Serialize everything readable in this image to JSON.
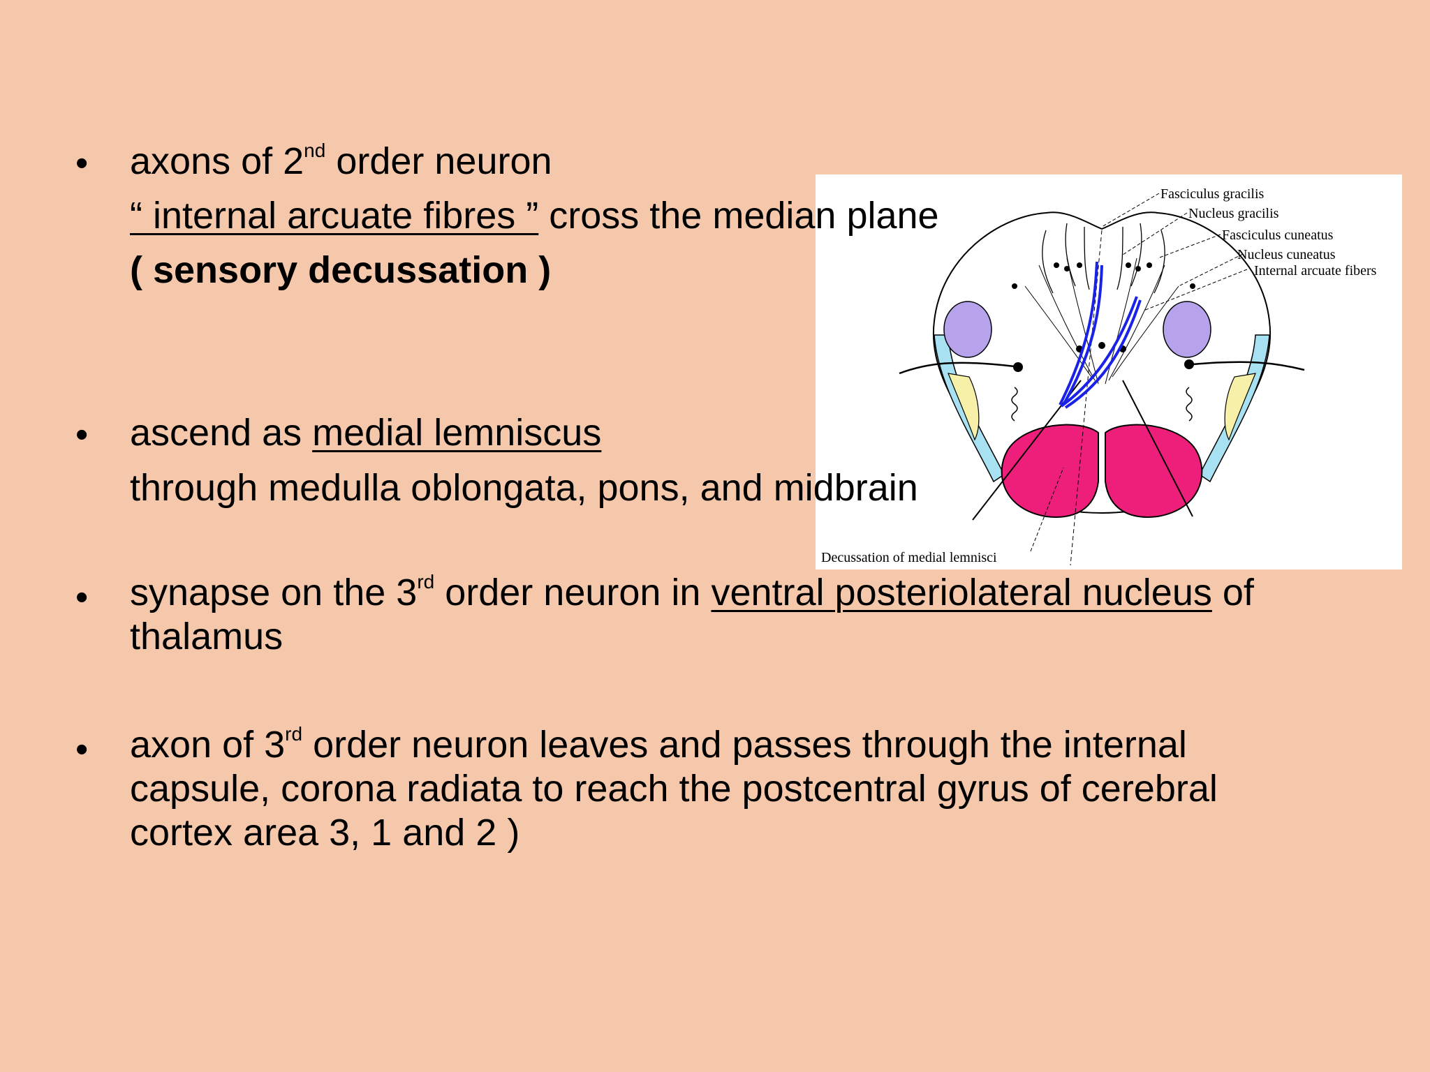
{
  "bullet_symbol": "•",
  "block1": {
    "line1_a": "axons of  2",
    "line1_sup": "nd",
    "line1_b": " order neuron",
    "line2_underlined": "“ internal arcuate fibres ”",
    "line2_rest": " cross the median plane",
    "line3": "( sensory decussation )"
  },
  "block2": {
    "line1_a": "ascend as ",
    "line1_underlined": "medial lemniscus",
    "line2": "through medulla oblongata, pons, and midbrain"
  },
  "block3": {
    "text_a": "synapse on the 3",
    "sup": "rd",
    "text_b": " order neuron in ",
    "underlined": "ventral posteriolateral nucleus",
    "text_c": " of thalamus"
  },
  "block4": {
    "text_a": "axon of 3",
    "sup": "rd",
    "text_b": " order neuron leaves and passes through the internal capsule, corona radiata to reach the postcentral gyrus of cerebral cortex  area 3, 1 and 2 )"
  },
  "figure": {
    "labels": {
      "fasciculus_gracilis": "Fasciculus gracilis",
      "nucleus_gracilis": "Nucleus gracilis",
      "fasciculus_cuneatus": "Fasciculus cuneatus",
      "nucleus_cuneatus": "Nucleus cuneatus",
      "internal_arcuate_fibers": "Internal arcuate fibers",
      "decussation": "Decussation of medial lemnisci"
    },
    "colors": {
      "pyramids": "#ee1f7a",
      "lateral_nuclei": "#b7a3ec",
      "edge_band": "#a8e2f2",
      "yellow_region": "#f6f0a8",
      "arcuate_fibers": "#1a22e8"
    }
  }
}
